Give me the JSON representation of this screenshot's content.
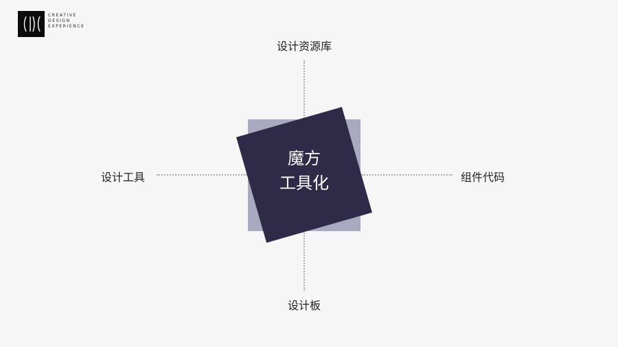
{
  "logo": {
    "lines": [
      "CREATIVE",
      "DESIGN",
      "EXPERIENCE"
    ]
  },
  "diagram": {
    "center": {
      "line1": "魔方",
      "line2": "工具化"
    },
    "top": "设计资源库",
    "bottom": "设计板",
    "left": "设计工具",
    "right": "组件代码"
  },
  "colors": {
    "background": "#f6f6f6",
    "front_square": "#2f2a47",
    "back_square": "#a9aabf",
    "dots": "#a8a8b0"
  }
}
